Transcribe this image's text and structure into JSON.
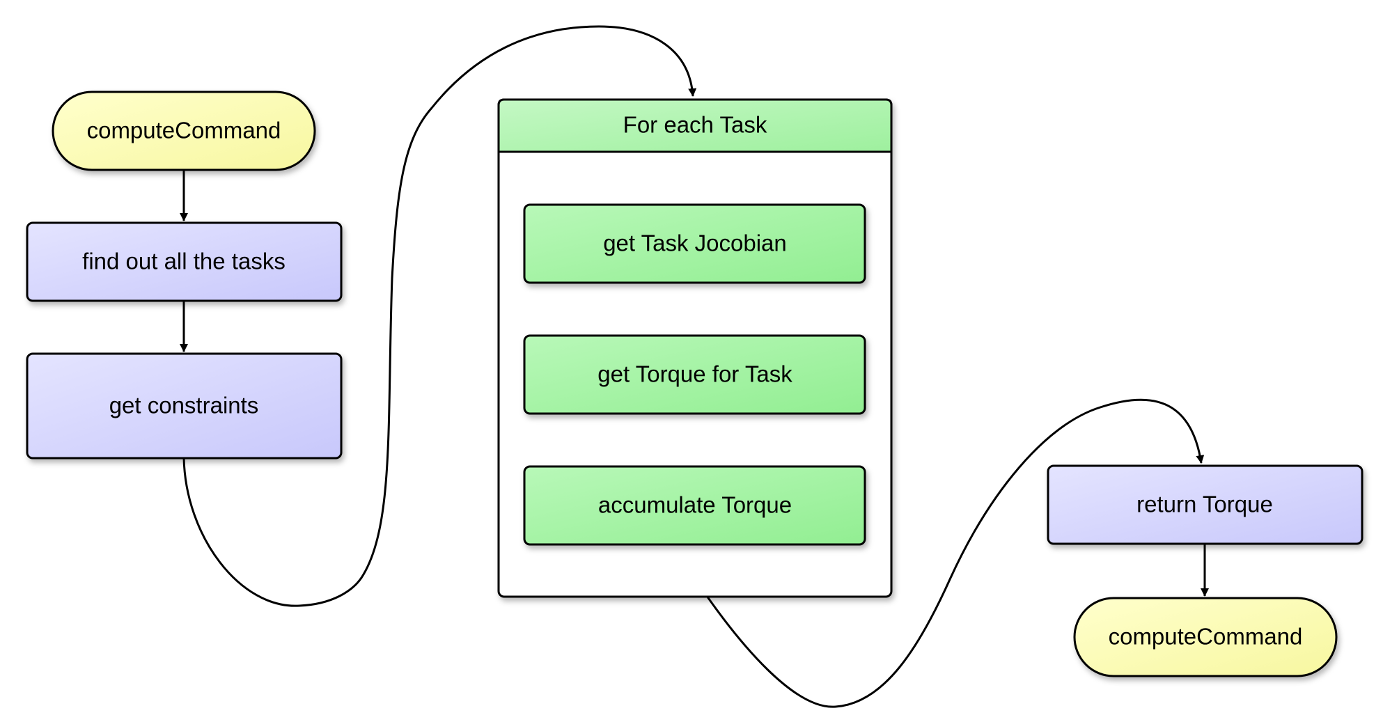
{
  "diagram": {
    "start_terminal": "computeCommand",
    "step_find_tasks": "find out all the tasks",
    "step_get_constraints": "get constraints",
    "loop": {
      "header": "For each Task",
      "steps": [
        "get Task Jocobian",
        "get Torque for Task",
        "accumulate Torque"
      ]
    },
    "step_return_torque": "return Torque",
    "end_terminal": "computeCommand"
  },
  "colors": {
    "terminal_fill": "#ffffb3",
    "process_fill": "#d6d6ff",
    "loop_header_fill": "#b6f5b6",
    "loop_step_fill": "#a8f5a8",
    "stroke": "#000000"
  }
}
